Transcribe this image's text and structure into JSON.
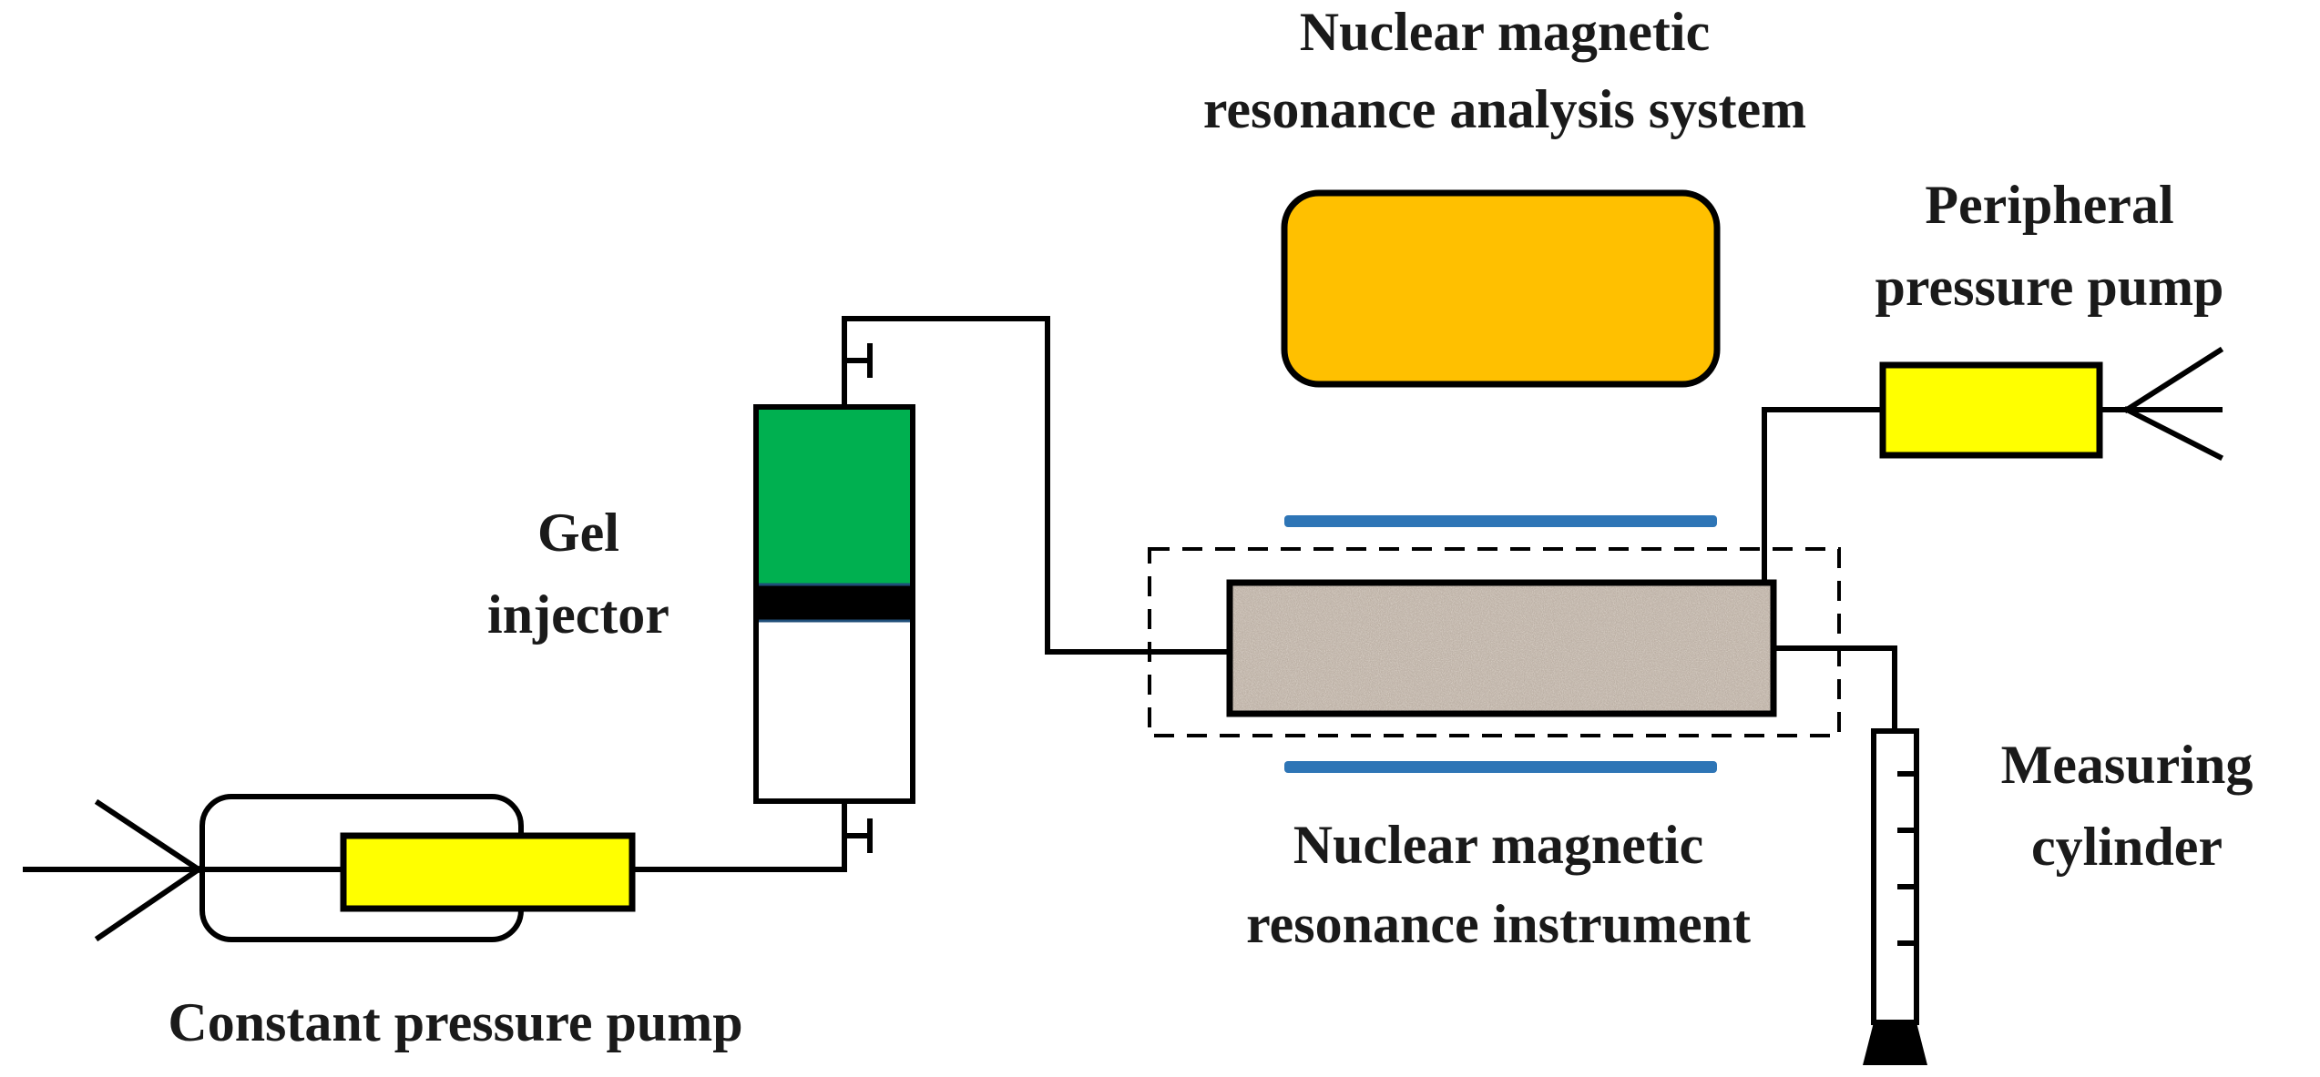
{
  "labels": {
    "nmr_system_line1": "Nuclear magnetic",
    "nmr_system_line2": "resonance analysis system",
    "peripheral_line1": "Peripheral",
    "peripheral_line2": "pressure  pump",
    "gel_line1": "Gel",
    "gel_line2": "injector",
    "nmr_instrument_line1": "Nuclear magnetic",
    "nmr_instrument_line2": "resonance instrument",
    "measuring_line1": "Measuring",
    "measuring_line2": "cylinder",
    "constant_pump": "Constant pressure  pump"
  },
  "colors": {
    "analysis_system": "#ffc000",
    "pump_body": "#ffff00",
    "gel": "#00b050",
    "piston": "#000000",
    "magnet_plate": "#2e75b6",
    "core_sample": "#b4a79a"
  }
}
